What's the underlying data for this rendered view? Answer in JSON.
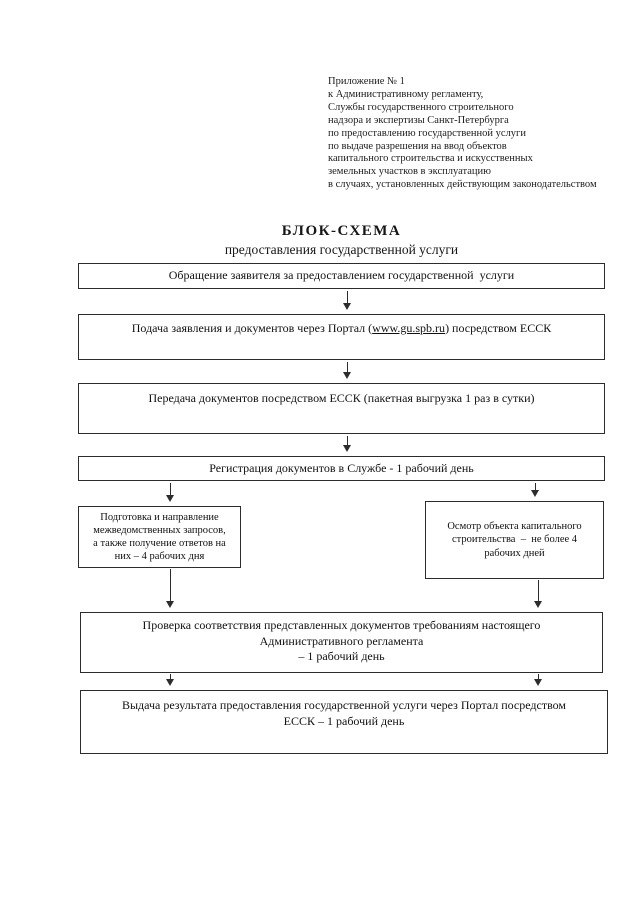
{
  "annotation": {
    "lines": [
      "Приложение № 1",
      "к Административному регламенту,",
      "Службы государственного строительного",
      "надзора и экспертизы Санкт-Петербурга",
      "по предоставлению государственной услуги",
      "по выдаче разрешения на ввод объектов",
      "капитального строительства и искусственных",
      "земельных участков в эксплуатацию",
      "в случаях, установленных действующим законодательством"
    ]
  },
  "title": {
    "main": "БЛОК-СХЕМА",
    "subtitle": "предоставления государственной услуги"
  },
  "flowchart": {
    "step1": "Обращение заявителя за предоставлением государственной  услуги",
    "step2_prefix": "Подача заявления и документов через Портал (",
    "step2_link": "www.gu.spb.ru",
    "step2_suffix": ") посредством ЕССК",
    "step3": "Передача документов посредством ЕССК (пакетная выгрузка 1 раз в сутки)",
    "step4": "Регистрация документов в Службе - 1 рабочий день",
    "step5_left": "Подготовка и направление\nмежведомственных запросов,\nа также получение ответов на\nних – 4 рабочих дня",
    "step5_right": "Осмотр объекта капитального\nстроительства  –  не более 4\nрабочих дней",
    "step6": "Проверка соответствия представленных документов требованиям настоящего\nАдминистративного регламента\n– 1 рабочий день",
    "step7": "Выдача результата предоставления государственной услуги через Портал посредством\nЕССК – 1 рабочий день"
  },
  "colors": {
    "page_background": "#ffffff",
    "ink": "#2c2c2c"
  }
}
